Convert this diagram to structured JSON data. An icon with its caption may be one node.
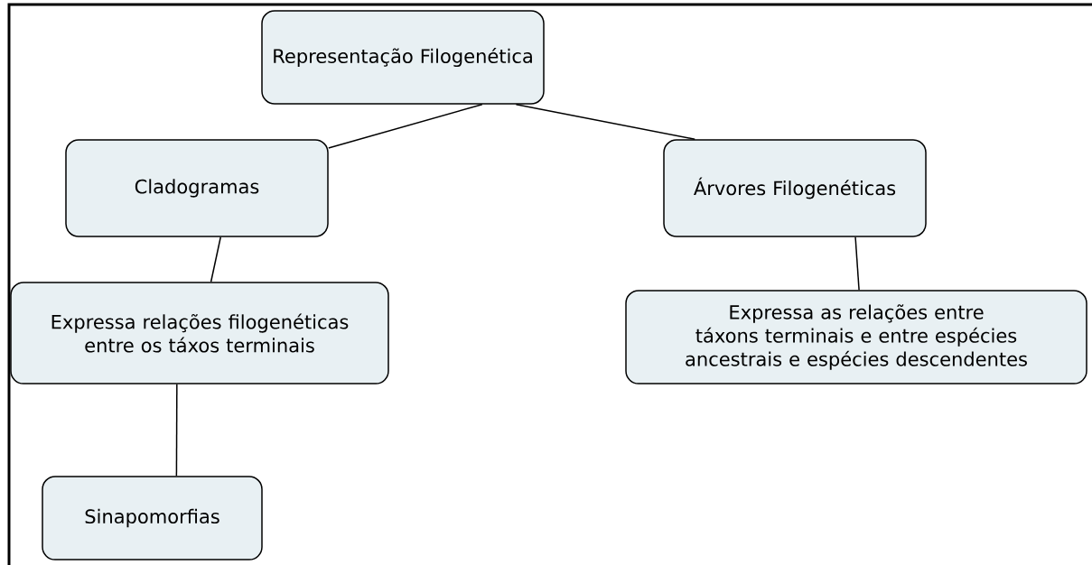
{
  "diagram": {
    "nodes": [
      {
        "text": [
          "Representação Filogenética"
        ]
      },
      {
        "text": [
          "Cladogramas"
        ]
      },
      {
        "text": [
          "Árvores Filogenéticas"
        ]
      },
      {
        "text": [
          "Expressa relações filogenéticas entre os táxos terminais"
        ]
      },
      {
        "text": [
          "Expressa as relações entre táxons terminais e entre espécies ancestrais e espécies descendentes"
        ]
      },
      {
        "text": [
          "Sinapomorfias"
        ]
      }
    ],
    "edges": [
      {
        "from": 0,
        "to": 1,
        "arrow": "none"
      },
      {
        "from": 0,
        "to": 2,
        "arrow": "none"
      },
      {
        "from": 1,
        "to": 3,
        "arrow": "none"
      },
      {
        "from": 2,
        "to": 4,
        "arrow": "none"
      },
      {
        "from": 3,
        "to": 5,
        "arrow": "none"
      }
    ]
  }
}
